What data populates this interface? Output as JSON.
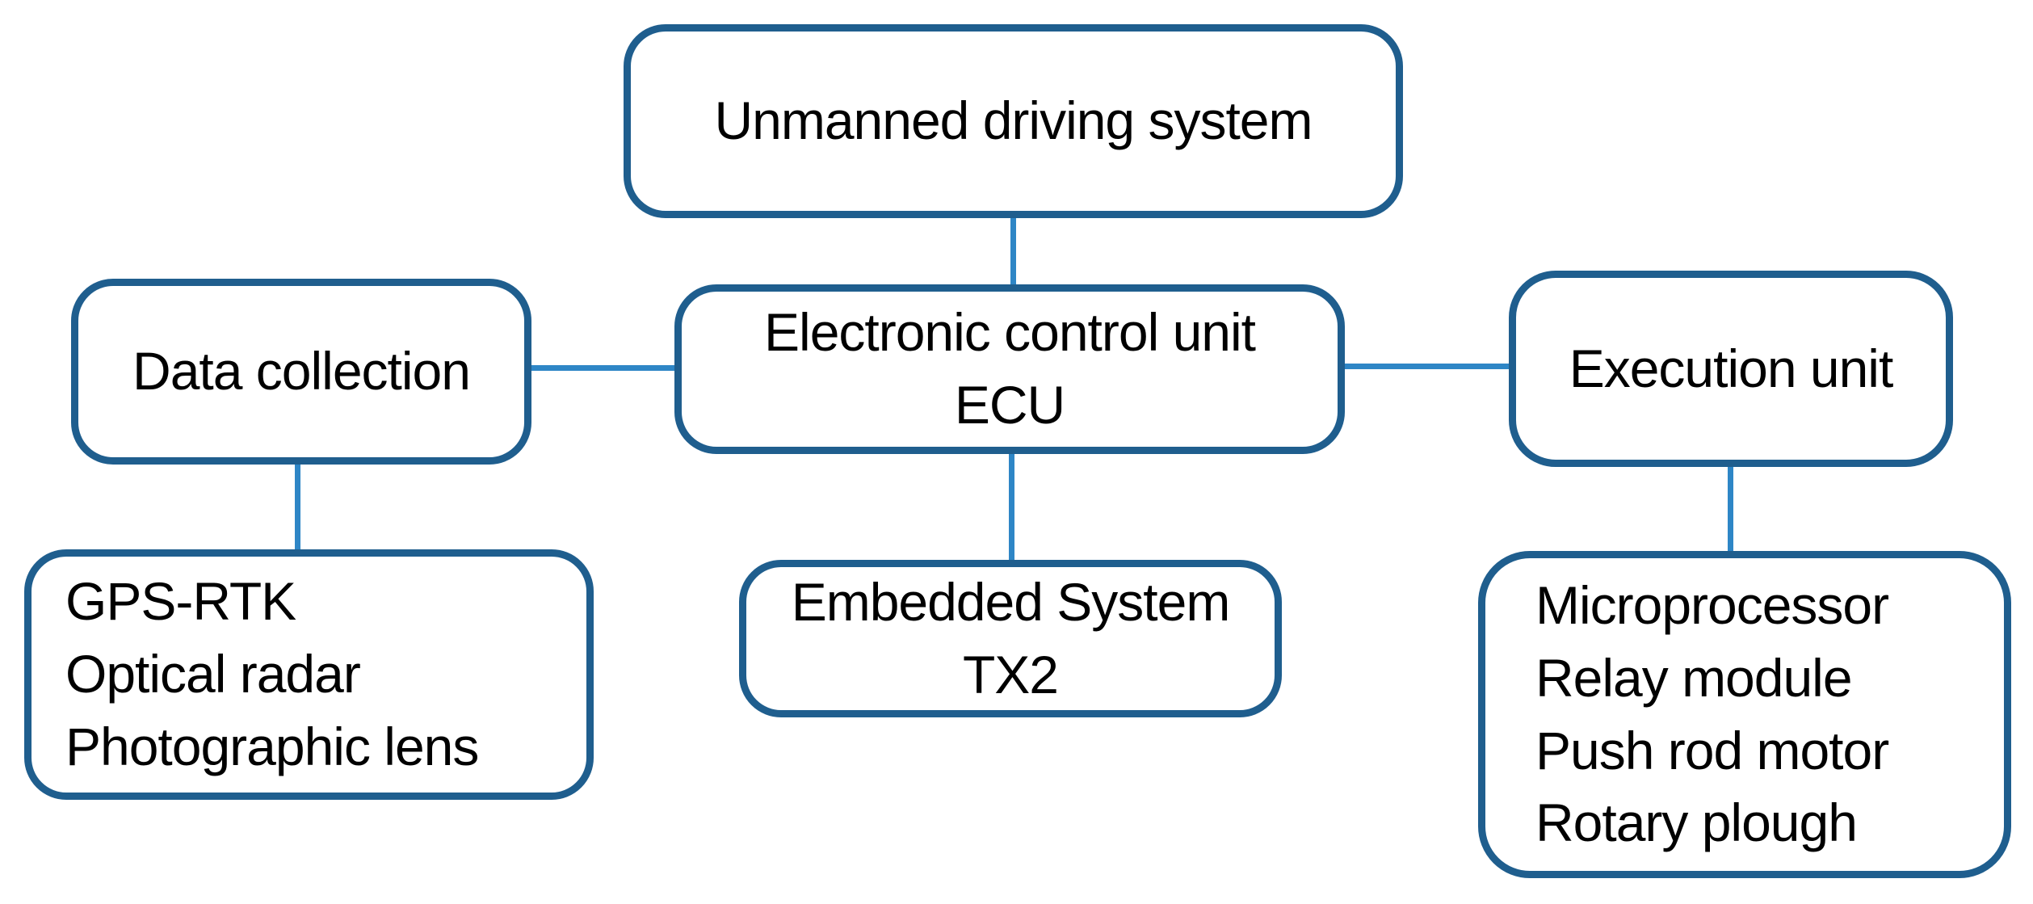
{
  "colors": {
    "box_border": "#1f5e8e",
    "connector_line": "#2e86c6",
    "text_color": "#000000",
    "background": "#ffffff"
  },
  "nodes": {
    "unmanned_driving_system": {
      "lines": [
        "Unmanned driving system"
      ]
    },
    "data_collection": {
      "lines": [
        "Data collection"
      ]
    },
    "electronic_control_unit": {
      "lines": [
        "Electronic control unit",
        "ECU"
      ]
    },
    "execution_unit": {
      "lines": [
        "Execution unit"
      ]
    },
    "data_collection_devices": {
      "lines": [
        "GPS-RTK",
        "Optical radar",
        "Photographic lens"
      ]
    },
    "embedded_system": {
      "lines": [
        "Embedded System",
        "TX2"
      ]
    },
    "execution_devices": {
      "lines": [
        "Microprocessor",
        "Relay module",
        "Push rod motor",
        "Rotary plough"
      ]
    }
  },
  "edges": [
    {
      "from": "unmanned_driving_system",
      "to": "electronic_control_unit"
    },
    {
      "from": "data_collection",
      "to": "electronic_control_unit"
    },
    {
      "from": "electronic_control_unit",
      "to": "execution_unit"
    },
    {
      "from": "data_collection",
      "to": "data_collection_devices"
    },
    {
      "from": "electronic_control_unit",
      "to": "embedded_system"
    },
    {
      "from": "execution_unit",
      "to": "execution_devices"
    }
  ]
}
